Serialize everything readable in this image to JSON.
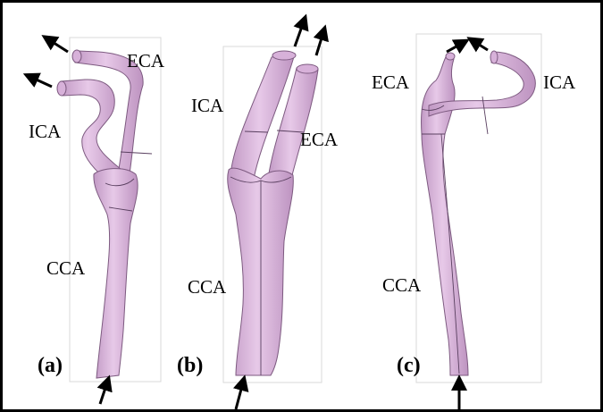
{
  "figure": {
    "panels": [
      {
        "id": "a",
        "panel_label": "(a)",
        "labels": {
          "eca": "ECA",
          "ica": "ICA",
          "cca": "CCA"
        }
      },
      {
        "id": "b",
        "panel_label": "(b)",
        "labels": {
          "ica": "ICA",
          "eca": "ECA",
          "cca": "CCA"
        }
      },
      {
        "id": "c",
        "panel_label": "(c)",
        "labels": {
          "eca": "ECA",
          "ica": "ICA",
          "cca": "CCA"
        }
      }
    ],
    "colors": {
      "vessel_fill": "#d7b1d9",
      "vessel_stroke": "#7d5a80",
      "mesh_line": "#5a4060",
      "frame": "#000000",
      "bbox": "#cfcfcf"
    }
  }
}
